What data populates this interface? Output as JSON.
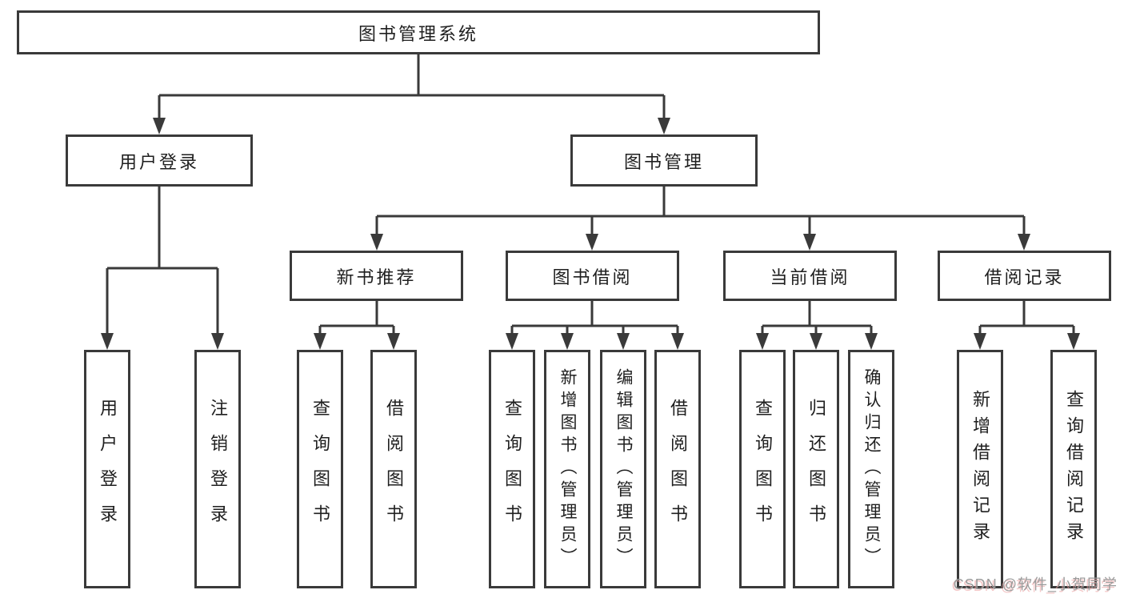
{
  "tree": {
    "label": "图书管理系统",
    "children": [
      {
        "label": "用户登录",
        "children": [
          {
            "label": "用户登录"
          },
          {
            "label": "注销登录"
          }
        ]
      },
      {
        "label": "图书管理",
        "children": [
          {
            "label": "新书推荐",
            "children": [
              {
                "label": "查询图书"
              },
              {
                "label": "借阅图书"
              }
            ]
          },
          {
            "label": "图书借阅",
            "children": [
              {
                "label": "查询图书"
              },
              {
                "label": "新增图书（管理员）"
              },
              {
                "label": "编辑图书（管理员）"
              },
              {
                "label": "借阅图书"
              }
            ]
          },
          {
            "label": "当前借阅",
            "children": [
              {
                "label": "查询图书"
              },
              {
                "label": "归还图书"
              },
              {
                "label": "确认归还（管理员）"
              }
            ]
          },
          {
            "label": "借阅记录",
            "children": [
              {
                "label": "新增借阅记录"
              },
              {
                "label": "查询借阅记录"
              }
            ]
          }
        ]
      }
    ]
  },
  "watermark": "CSDN @软件_小贺同学",
  "colors": {
    "line": "#3a3a3a",
    "text": "#1f1f1f",
    "watermark": "#9a9a9a"
  }
}
